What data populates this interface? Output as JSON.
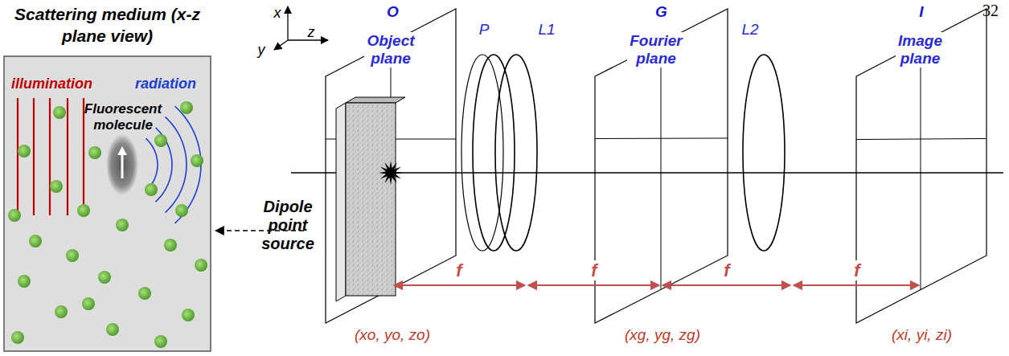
{
  "diagram": {
    "nodes": [
      {
        "text": [
          "Scattering medium (x-z plane view)"
        ]
      }
    ],
    "labels": [
      "32",
      "illumination",
      "radiation",
      "Fluorescent molecule",
      "Dipole point source",
      "x",
      "y",
      "z",
      "O",
      "Object plane",
      "P",
      "L1",
      "G",
      "Fourier plane",
      "L2",
      "I",
      "Image plane",
      "f",
      "f",
      "f",
      "f",
      "(xo, yo, zo)",
      "(xg, yg, zg)",
      "(xi, yi, zi)"
    ]
  }
}
